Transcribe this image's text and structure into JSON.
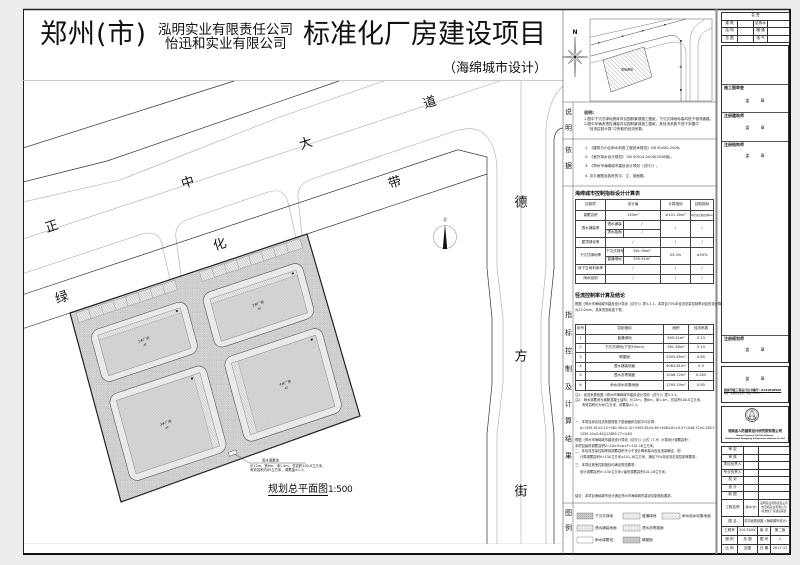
{
  "colors": {
    "line_dark": "#333333",
    "line_light": "#a9a9a9",
    "frame": "#111111",
    "site_fill": "#d9d9d9",
    "panel_border": "#8a8a8a"
  },
  "title": {
    "city": "郑州(市)",
    "company_1": "泓明实业有限责任公司",
    "company_2": "怡迅和实业有限公司",
    "project": "标准化厂房建设项目",
    "subtitle": "（海绵城市设计）"
  },
  "site_plan": {
    "road_north": [
      "正",
      "中",
      "大",
      "道"
    ],
    "road_belt": [
      "绿",
      "化",
      "带"
    ],
    "road_east": [
      "德",
      "方",
      "街"
    ],
    "north_mark": "北",
    "buildings": [
      {
        "name": "1#厂房",
        "info": "4F"
      },
      {
        "name": "2#厂房",
        "info": "4F"
      },
      {
        "name": "3#厂房",
        "info": "4F"
      },
      {
        "name": "4#厂房",
        "info": "4F"
      }
    ],
    "tank_callout": {
      "title": "雨水调蓄池",
      "line_1": "长12m、宽6m、深1.4m，总容积100.8立方米，",
      "line_2": "有效容积约85立方米，调蓄量≥1.1。"
    },
    "caption": "规划总平面图",
    "scale": "1:500"
  },
  "location_map": {
    "north": "N",
    "site_label": "项目用地"
  },
  "notes": {
    "section_labels": {
      "description": [
        "说",
        "明"
      ],
      "basis": [
        "依",
        "据"
      ],
      "indicators": [
        "指",
        "标",
        "控",
        "制",
        "及",
        "计",
        "算",
        "结",
        "果"
      ],
      "legend": [
        "图",
        "例"
      ]
    },
    "description": {
      "heading": "说明:",
      "lines": [
        "1.图中下沉式绿地具体详见园林景观施工图纸，下沉式绿地标高均低于相邻道路。",
        "2.图中车辆渗透性铺装详见园林景观施工图纸，其径流系数不低于本图中",
        "“径流控制计算”中所取的径流系数。"
      ]
    },
    "basis": [
      "1. 《建筑与小区雨水利用工程技术规范》GB 50400-2006。",
      "2. 《室外排水设计规范》 GB 50014-2006(2016版)。",
      "3. 《郑州市海绵城市建设设计导则（试行）》。",
      "4. 总平面图及各栋的平、立、剖面图。"
    ],
    "table_1": {
      "title": "海绵城市控制指标设计计算表",
      "headers": [
        "控制项",
        "设计值",
        "计算指标",
        "控制指标"
      ],
      "rows": {
        "storage": {
          "item": "调蓄容积",
          "design": "150m³",
          "calc": "≥101.16m³",
          "target": "年径流总量控制率≥75%"
        },
        "permeable": {
          "item": "透水铺装率",
          "sub_1": "透水铺装",
          "val_1": "/",
          "sub_2": "透水路面",
          "val_2": "/",
          "calc": "/",
          "target": "/"
        },
        "green_roof": {
          "item": "屋顶绿化率",
          "design": "/",
          "calc": "/",
          "target": "/"
        },
        "sunken": {
          "item": "下沉式绿地率",
          "sub_1": "下沉式绿地",
          "val_1": "561.58m²",
          "sub_2": "普通绿地",
          "val_2": "595.91m²",
          "calc": "53.3%",
          "target": "≥50%"
        },
        "underground": {
          "item": "地下空间利用率",
          "design": "/",
          "calc": "/",
          "target": "/"
        },
        "reuse": {
          "item": "雨水回用",
          "design": "/",
          "calc": "/",
          "target": "/"
        }
      }
    },
    "table_2": {
      "title": "径流控制率计算及结论",
      "intro": [
        "根据《郑州市海绵城市建设设计导则（试行）》表3-3-1，本项目75%年径流总量控制率对应的设计降雨量",
        "为22.0mm，具体的指标如下表。"
      ],
      "headers": [
        "序号",
        "控制指标",
        "面积",
        "径流系数"
      ],
      "rows": [
        {
          "no": "1",
          "item": "普通绿地",
          "area": "595.91m²",
          "coef": "0.15"
        },
        {
          "no": "2",
          "item": "下沉式绿地(下凹50mm)",
          "area": "561.58m²",
          "coef": "0.15"
        },
        {
          "no": "3",
          "item": "硬屋面",
          "area": "5305.65m²",
          "coef": "0.85"
        },
        {
          "no": "4",
          "item": "透水铺装地面",
          "area": "4084.81m²",
          "coef": "0.5"
        },
        {
          "no": "5",
          "item": "透水沥青路面",
          "area": "1046.72m²",
          "coef": "0.285"
        },
        {
          "no": "6",
          "item": "雨水用水收集地面",
          "area": "1295.10m²",
          "coef": "0.85"
        }
      ]
    },
    "remarks": [
      "注1：径流系数依据《郑州市海绵城市建设设计导则（试行）》表3-3-2。",
      "注2：雨水调蓄池为钢筋混凝土结构，长12m，宽6m，深1.4m，总容积100.8立方米，",
      "有效容积约为85立方米，调蓄量≥1.1。"
    ],
    "calculation": [
      "一、本项目综合径流系数按各下垫面面积加权平均计算：",
      "ψ=(595.91×0.15+561.58×0.15+5305.65×0.85+4084.81×0.5+1046.72×0.285+",
      "1295.10×0.85)/12889.77=0.63",
      "根据《郑州市海绵城市建设设计导则（试行）》公式（7-9）计算设计调蓄容积：",
      "本项目最低调蓄容积V=10×H×ψ×F=101.16立方米。",
      "二、年径流总量控制率按调蓄容积不小于设计降雨量对应径流量确定，即",
      "计算调蓄容积V=150立方米≥101.16立方米，满足75%年径流总量控制率要求。",
      "三、本项目其他控制指标均满足规范要求：",
      "设计调蓄容积V=150立方米>最低调蓄容积101.16立方米。"
    ],
    "conclusion": "结论：本项目海绵城市设计满足郑州市海绵城市建设控制指标要求。",
    "legend": [
      {
        "label": "下沉式绿地"
      },
      {
        "label": "普通绿地"
      },
      {
        "label": "雨水用水收集地面"
      },
      {
        "label": "透水铺装地面"
      },
      {
        "label": "透水沥青路面"
      },
      {
        "label": "雨水调蓄池"
      },
      {
        "label": "硬屋面"
      }
    ]
  },
  "title_block": {
    "countersign": {
      "header": "会 签",
      "rows": [
        [
          "建 筑",
          "",
          "给排水",
          ""
        ],
        [
          "结 构",
          "",
          "暖 通",
          ""
        ],
        [
          "总 图",
          "",
          "电 气",
          ""
        ]
      ]
    },
    "stamps": [
      {
        "label": "施工图审查",
        "seal": "盖 章"
      },
      {
        "label": "注册建筑师",
        "seal": "盖 章"
      },
      {
        "label": "注册结构师",
        "seal": "盖 章"
      },
      {
        "label": "注册规划师",
        "seal": "盖 章"
      }
    ],
    "certificate": {
      "seal": "盖 章",
      "number": "国家甲级工程设计证书编号: A141018560",
      "address": "地址：郑州市金水区… 电话：0371-…"
    },
    "company": {
      "name_cn": "河南省人防建筑设计研究院有限公司",
      "name_en_1": "Henan Province Civil Air Defence",
      "name_en_2": "Architectural Designing & Research Institute Co.,Ltd"
    },
    "roles": [
      "审 定",
      "审 核",
      "项目负责人",
      "专业负责人",
      "校 对",
      "设 计",
      "制 图"
    ],
    "project_name": {
      "label": "工程名称",
      "city": "郑州(市)",
      "lines": [
        "泓明实业有限责任公司",
        "怡迅和实业有限公司",
        "标准化厂房建设项目"
      ]
    },
    "drawing_name": {
      "label": "图 名",
      "value": "总平面规划图（海绵城市设计）"
    },
    "info": [
      [
        "工程号",
        "2017XXX",
        "版 次",
        "第二版"
      ],
      [
        "图 别",
        "总 图",
        "图 号",
        "1"
      ],
      [
        "比 例",
        "见图",
        "日 期",
        "2017.12"
      ]
    ]
  }
}
